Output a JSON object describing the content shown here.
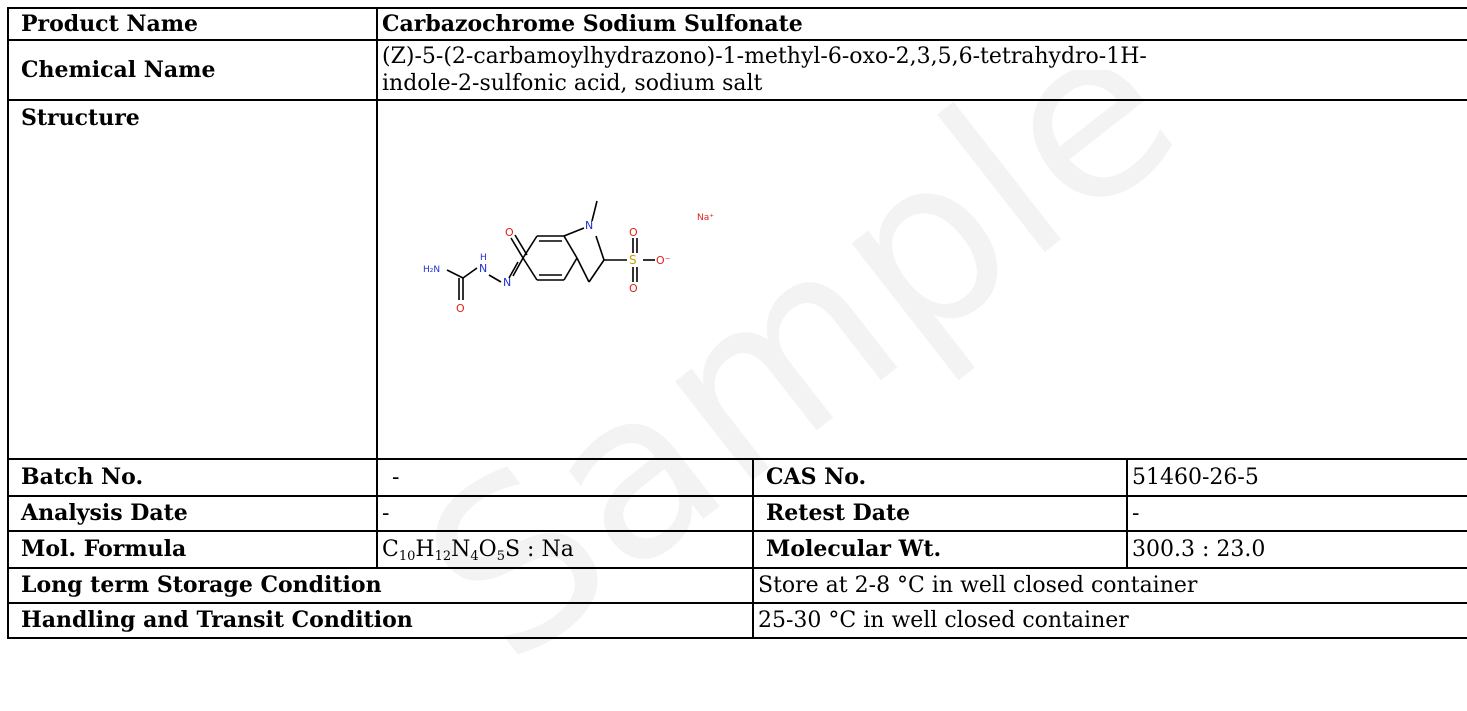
{
  "watermark": "Sample COA",
  "product_name": {
    "label": "Product Name",
    "value": "Carbazochrome Sodium Sulfonate"
  },
  "chemical_name": {
    "label": "Chemical Name",
    "value": "(Z)-5-(2-carbamoylhydrazono)-1-methyl-6-oxo-2,3,5,6-tetrahydro-1H-indole-2-sulfonic acid, sodium salt"
  },
  "structure": {
    "label": "Structure",
    "atoms": {
      "h2n": "H₂N",
      "nh": "H",
      "n1": "N",
      "n2": "N",
      "n_ring": "N",
      "o_keto": "O",
      "o_amide": "O",
      "s": "S",
      "o_top": "O",
      "o_bottom": "O",
      "o_minus": "O⁻",
      "na": "Na⁺"
    }
  },
  "batch": {
    "label": "Batch No.",
    "value": "-"
  },
  "cas": {
    "label": "CAS No.",
    "value": "51460-26-5"
  },
  "analysis_date": {
    "label": "Analysis Date",
    "value": "-"
  },
  "retest_date": {
    "label": "Retest Date",
    "value": "-"
  },
  "mol_formula": {
    "label": "Mol. Formula",
    "c": "C",
    "c_n": "10",
    "h": "H",
    "h_n": "12",
    "n": "N",
    "n_n": "4",
    "o": "O",
    "o_n": "5",
    "rest": "S : Na"
  },
  "molecular_wt": {
    "label": "Molecular Wt.",
    "value": "300.3 : 23.0"
  },
  "storage": {
    "label": "Long term Storage Condition",
    "value": "Store at 2-8 °C in well closed container"
  },
  "handling": {
    "label": "Handling and Transit Condition",
    "value": "25-30 °C in well closed container"
  },
  "colors": {
    "nitrogen": "#1f2fd6",
    "oxygen": "#e0201b",
    "watermark": "#f2f2f2"
  }
}
